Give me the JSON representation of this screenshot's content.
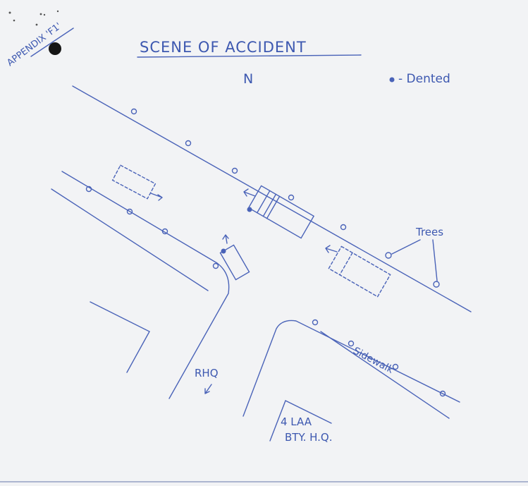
{
  "header": {
    "appendix_label": "APPENDIX 'F1'",
    "title": "SCENE OF ACCIDENT",
    "north_label": "N"
  },
  "legend": {
    "dented_symbol": "dot-icon",
    "dented_label": "- Dented"
  },
  "labels": {
    "trees": "Trees",
    "sidewalk": "Sidewalk",
    "rhq": "RHQ",
    "battery_line1": "4 LAA",
    "battery_line2": "BTY. H.Q."
  },
  "colors": {
    "ink": "#4a63b8",
    "paper": "#f2f3f5"
  }
}
